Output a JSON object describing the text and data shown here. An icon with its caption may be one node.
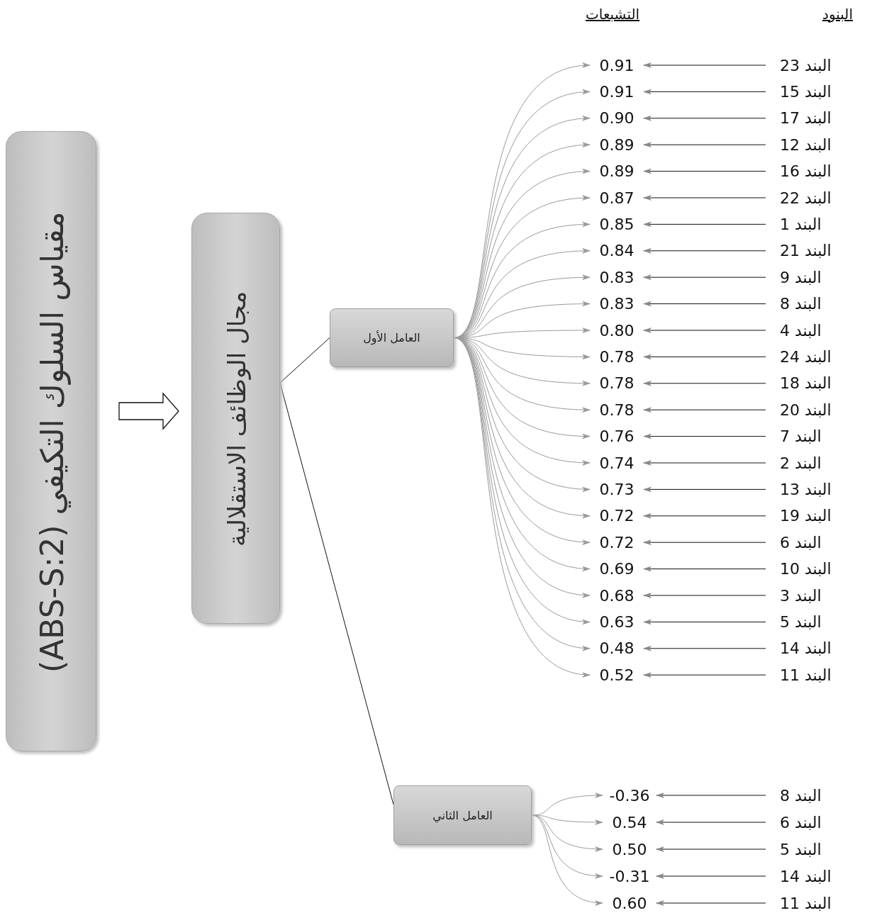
{
  "diagram": {
    "nodes": [
      {
        "text": [
          "مقياس السلوك التكيفي (ABS-S:2)"
        ]
      },
      {
        "text": [
          "مجال الوظائف الاستقلالية"
        ]
      },
      {
        "text": [
          "العامل الأول"
        ]
      },
      {
        "text": [
          "0.91"
        ]
      },
      {
        "text": [
          "البند 23"
        ]
      },
      {
        "text": [
          "0.91"
        ]
      },
      {
        "text": [
          "البند 15"
        ]
      },
      {
        "text": [
          "0.90"
        ]
      },
      {
        "text": [
          "البند 17"
        ]
      },
      {
        "text": [
          "0.89"
        ]
      },
      {
        "text": [
          "البند 12"
        ]
      },
      {
        "text": [
          "0.89"
        ]
      },
      {
        "text": [
          "البند 16"
        ]
      },
      {
        "text": [
          "0.87"
        ]
      },
      {
        "text": [
          "البند 22"
        ]
      },
      {
        "text": [
          "0.85"
        ]
      },
      {
        "text": [
          "البند 1"
        ]
      },
      {
        "text": [
          "0.84"
        ]
      },
      {
        "text": [
          "البند 21"
        ]
      },
      {
        "text": [
          "0.83"
        ]
      },
      {
        "text": [
          "البند 9"
        ]
      },
      {
        "text": [
          "0.83"
        ]
      },
      {
        "text": [
          "البند 8"
        ]
      },
      {
        "text": [
          "0.80"
        ]
      },
      {
        "text": [
          "البند 4"
        ]
      },
      {
        "text": [
          "0.78"
        ]
      },
      {
        "text": [
          "البند 24"
        ]
      },
      {
        "text": [
          "0.78"
        ]
      },
      {
        "text": [
          "البند 18"
        ]
      },
      {
        "text": [
          "0.78"
        ]
      },
      {
        "text": [
          "البند 20"
        ]
      },
      {
        "text": [
          "0.76"
        ]
      },
      {
        "text": [
          "البند 7"
        ]
      },
      {
        "text": [
          "0.74"
        ]
      },
      {
        "text": [
          "البند 2"
        ]
      },
      {
        "text": [
          "0.73"
        ]
      },
      {
        "text": [
          "البند 13"
        ]
      },
      {
        "text": [
          "0.72"
        ]
      },
      {
        "text": [
          "البند 19"
        ]
      },
      {
        "text": [
          "0.72"
        ]
      },
      {
        "text": [
          "البند 6"
        ]
      },
      {
        "text": [
          "0.69"
        ]
      },
      {
        "text": [
          "البند 10"
        ]
      },
      {
        "text": [
          "0.68"
        ]
      },
      {
        "text": [
          "البند 3"
        ]
      },
      {
        "text": [
          "0.63"
        ]
      },
      {
        "text": [
          "البند 5"
        ]
      },
      {
        "text": [
          "0.48"
        ]
      },
      {
        "text": [
          "البند 14"
        ]
      },
      {
        "text": [
          "0.52"
        ]
      },
      {
        "text": [
          "البند 11"
        ]
      },
      {
        "text": [
          "العامل الثاني"
        ]
      },
      {
        "text": [
          "-0.36"
        ]
      },
      {
        "text": [
          "البند 8"
        ]
      },
      {
        "text": [
          "0.54"
        ]
      },
      {
        "text": [
          "البند 6"
        ]
      },
      {
        "text": [
          "0.50"
        ]
      },
      {
        "text": [
          "البند 5"
        ]
      },
      {
        "text": [
          "-0.31"
        ]
      },
      {
        "text": [
          "البند 14"
        ]
      },
      {
        "text": [
          "0.60"
        ]
      },
      {
        "text": [
          "البند 11"
        ]
      }
    ],
    "edges": [
      {
        "from": 0,
        "to": 1,
        "arrow": "to",
        "style": "thick"
      },
      {
        "from": 1,
        "to": 2,
        "arrow": "none"
      },
      {
        "from": 1,
        "to": 51,
        "arrow": "none"
      },
      {
        "from": 2,
        "to": 3,
        "arrow": "to",
        "color": "#9a9a9a"
      },
      {
        "from": 4,
        "to": 3,
        "arrow": "to"
      },
      {
        "from": 2,
        "to": 5,
        "arrow": "to",
        "color": "#9a9a9a"
      },
      {
        "from": 6,
        "to": 5,
        "arrow": "to"
      },
      {
        "from": 2,
        "to": 7,
        "arrow": "to",
        "color": "#9a9a9a"
      },
      {
        "from": 8,
        "to": 7,
        "arrow": "to"
      },
      {
        "from": 2,
        "to": 9,
        "arrow": "to",
        "color": "#9a9a9a"
      },
      {
        "from": 10,
        "to": 9,
        "arrow": "to"
      },
      {
        "from": 2,
        "to": 11,
        "arrow": "to",
        "color": "#9a9a9a"
      },
      {
        "from": 12,
        "to": 11,
        "arrow": "to"
      },
      {
        "from": 2,
        "to": 13,
        "arrow": "to",
        "color": "#9a9a9a"
      },
      {
        "from": 14,
        "to": 13,
        "arrow": "to"
      },
      {
        "from": 2,
        "to": 15,
        "arrow": "to",
        "color": "#9a9a9a"
      },
      {
        "from": 16,
        "to": 15,
        "arrow": "to"
      },
      {
        "from": 2,
        "to": 17,
        "arrow": "to",
        "color": "#9a9a9a"
      },
      {
        "from": 18,
        "to": 17,
        "arrow": "to"
      },
      {
        "from": 2,
        "to": 19,
        "arrow": "to",
        "color": "#9a9a9a"
      },
      {
        "from": 20,
        "to": 19,
        "arrow": "to"
      },
      {
        "from": 2,
        "to": 21,
        "arrow": "to",
        "color": "#9a9a9a"
      },
      {
        "from": 22,
        "to": 21,
        "arrow": "to"
      },
      {
        "from": 2,
        "to": 23,
        "arrow": "to",
        "color": "#9a9a9a"
      },
      {
        "from": 24,
        "to": 23,
        "arrow": "to"
      },
      {
        "from": 2,
        "to": 25,
        "arrow": "to",
        "color": "#9a9a9a"
      },
      {
        "from": 26,
        "to": 25,
        "arrow": "to"
      },
      {
        "from": 2,
        "to": 27,
        "arrow": "to",
        "color": "#9a9a9a"
      },
      {
        "from": 28,
        "to": 27,
        "arrow": "to"
      },
      {
        "from": 2,
        "to": 29,
        "arrow": "to",
        "color": "#9a9a9a"
      },
      {
        "from": 30,
        "to": 29,
        "arrow": "to"
      },
      {
        "from": 2,
        "to": 31,
        "arrow": "to",
        "color": "#9a9a9a"
      },
      {
        "from": 32,
        "to": 31,
        "arrow": "to"
      },
      {
        "from": 2,
        "to": 33,
        "arrow": "to",
        "color": "#9a9a9a"
      },
      {
        "from": 34,
        "to": 33,
        "arrow": "to"
      },
      {
        "from": 2,
        "to": 35,
        "arrow": "to",
        "color": "#9a9a9a"
      },
      {
        "from": 36,
        "to": 35,
        "arrow": "to"
      },
      {
        "from": 2,
        "to": 37,
        "arrow": "to",
        "color": "#9a9a9a"
      },
      {
        "from": 38,
        "to": 37,
        "arrow": "to"
      },
      {
        "from": 2,
        "to": 39,
        "arrow": "to",
        "color": "#9a9a9a"
      },
      {
        "from": 40,
        "to": 39,
        "arrow": "to"
      },
      {
        "from": 2,
        "to": 41,
        "arrow": "to",
        "color": "#9a9a9a"
      },
      {
        "from": 42,
        "to": 41,
        "arrow": "to"
      },
      {
        "from": 2,
        "to": 43,
        "arrow": "to",
        "color": "#9a9a9a"
      },
      {
        "from": 44,
        "to": 43,
        "arrow": "to"
      },
      {
        "from": 2,
        "to": 45,
        "arrow": "to",
        "color": "#9a9a9a"
      },
      {
        "from": 46,
        "to": 45,
        "arrow": "to"
      },
      {
        "from": 2,
        "to": 47,
        "arrow": "to",
        "color": "#9a9a9a"
      },
      {
        "from": 48,
        "to": 47,
        "arrow": "to"
      },
      {
        "from": 2,
        "to": 49,
        "arrow": "to",
        "color": "#9a9a9a"
      },
      {
        "from": 50,
        "to": 49,
        "arrow": "to"
      },
      {
        "from": 51,
        "to": 52,
        "arrow": "to",
        "color": "#9a9a9a"
      },
      {
        "from": 53,
        "to": 52,
        "arrow": "to"
      },
      {
        "from": 51,
        "to": 54,
        "arrow": "to",
        "color": "#9a9a9a"
      },
      {
        "from": 55,
        "to": 54,
        "arrow": "to"
      },
      {
        "from": 51,
        "to": 56,
        "arrow": "to",
        "color": "#9a9a9a"
      },
      {
        "from": 57,
        "to": 56,
        "arrow": "to"
      },
      {
        "from": 51,
        "to": 58,
        "arrow": "to",
        "color": "#9a9a9a"
      },
      {
        "from": 59,
        "to": 58,
        "arrow": "to"
      },
      {
        "from": 51,
        "to": 60,
        "arrow": "to",
        "color": "#9a9a9a"
      },
      {
        "from": 61,
        "to": 60,
        "arrow": "to"
      }
    ],
    "labels": [
      "التشبعات",
      "البنود"
    ]
  }
}
